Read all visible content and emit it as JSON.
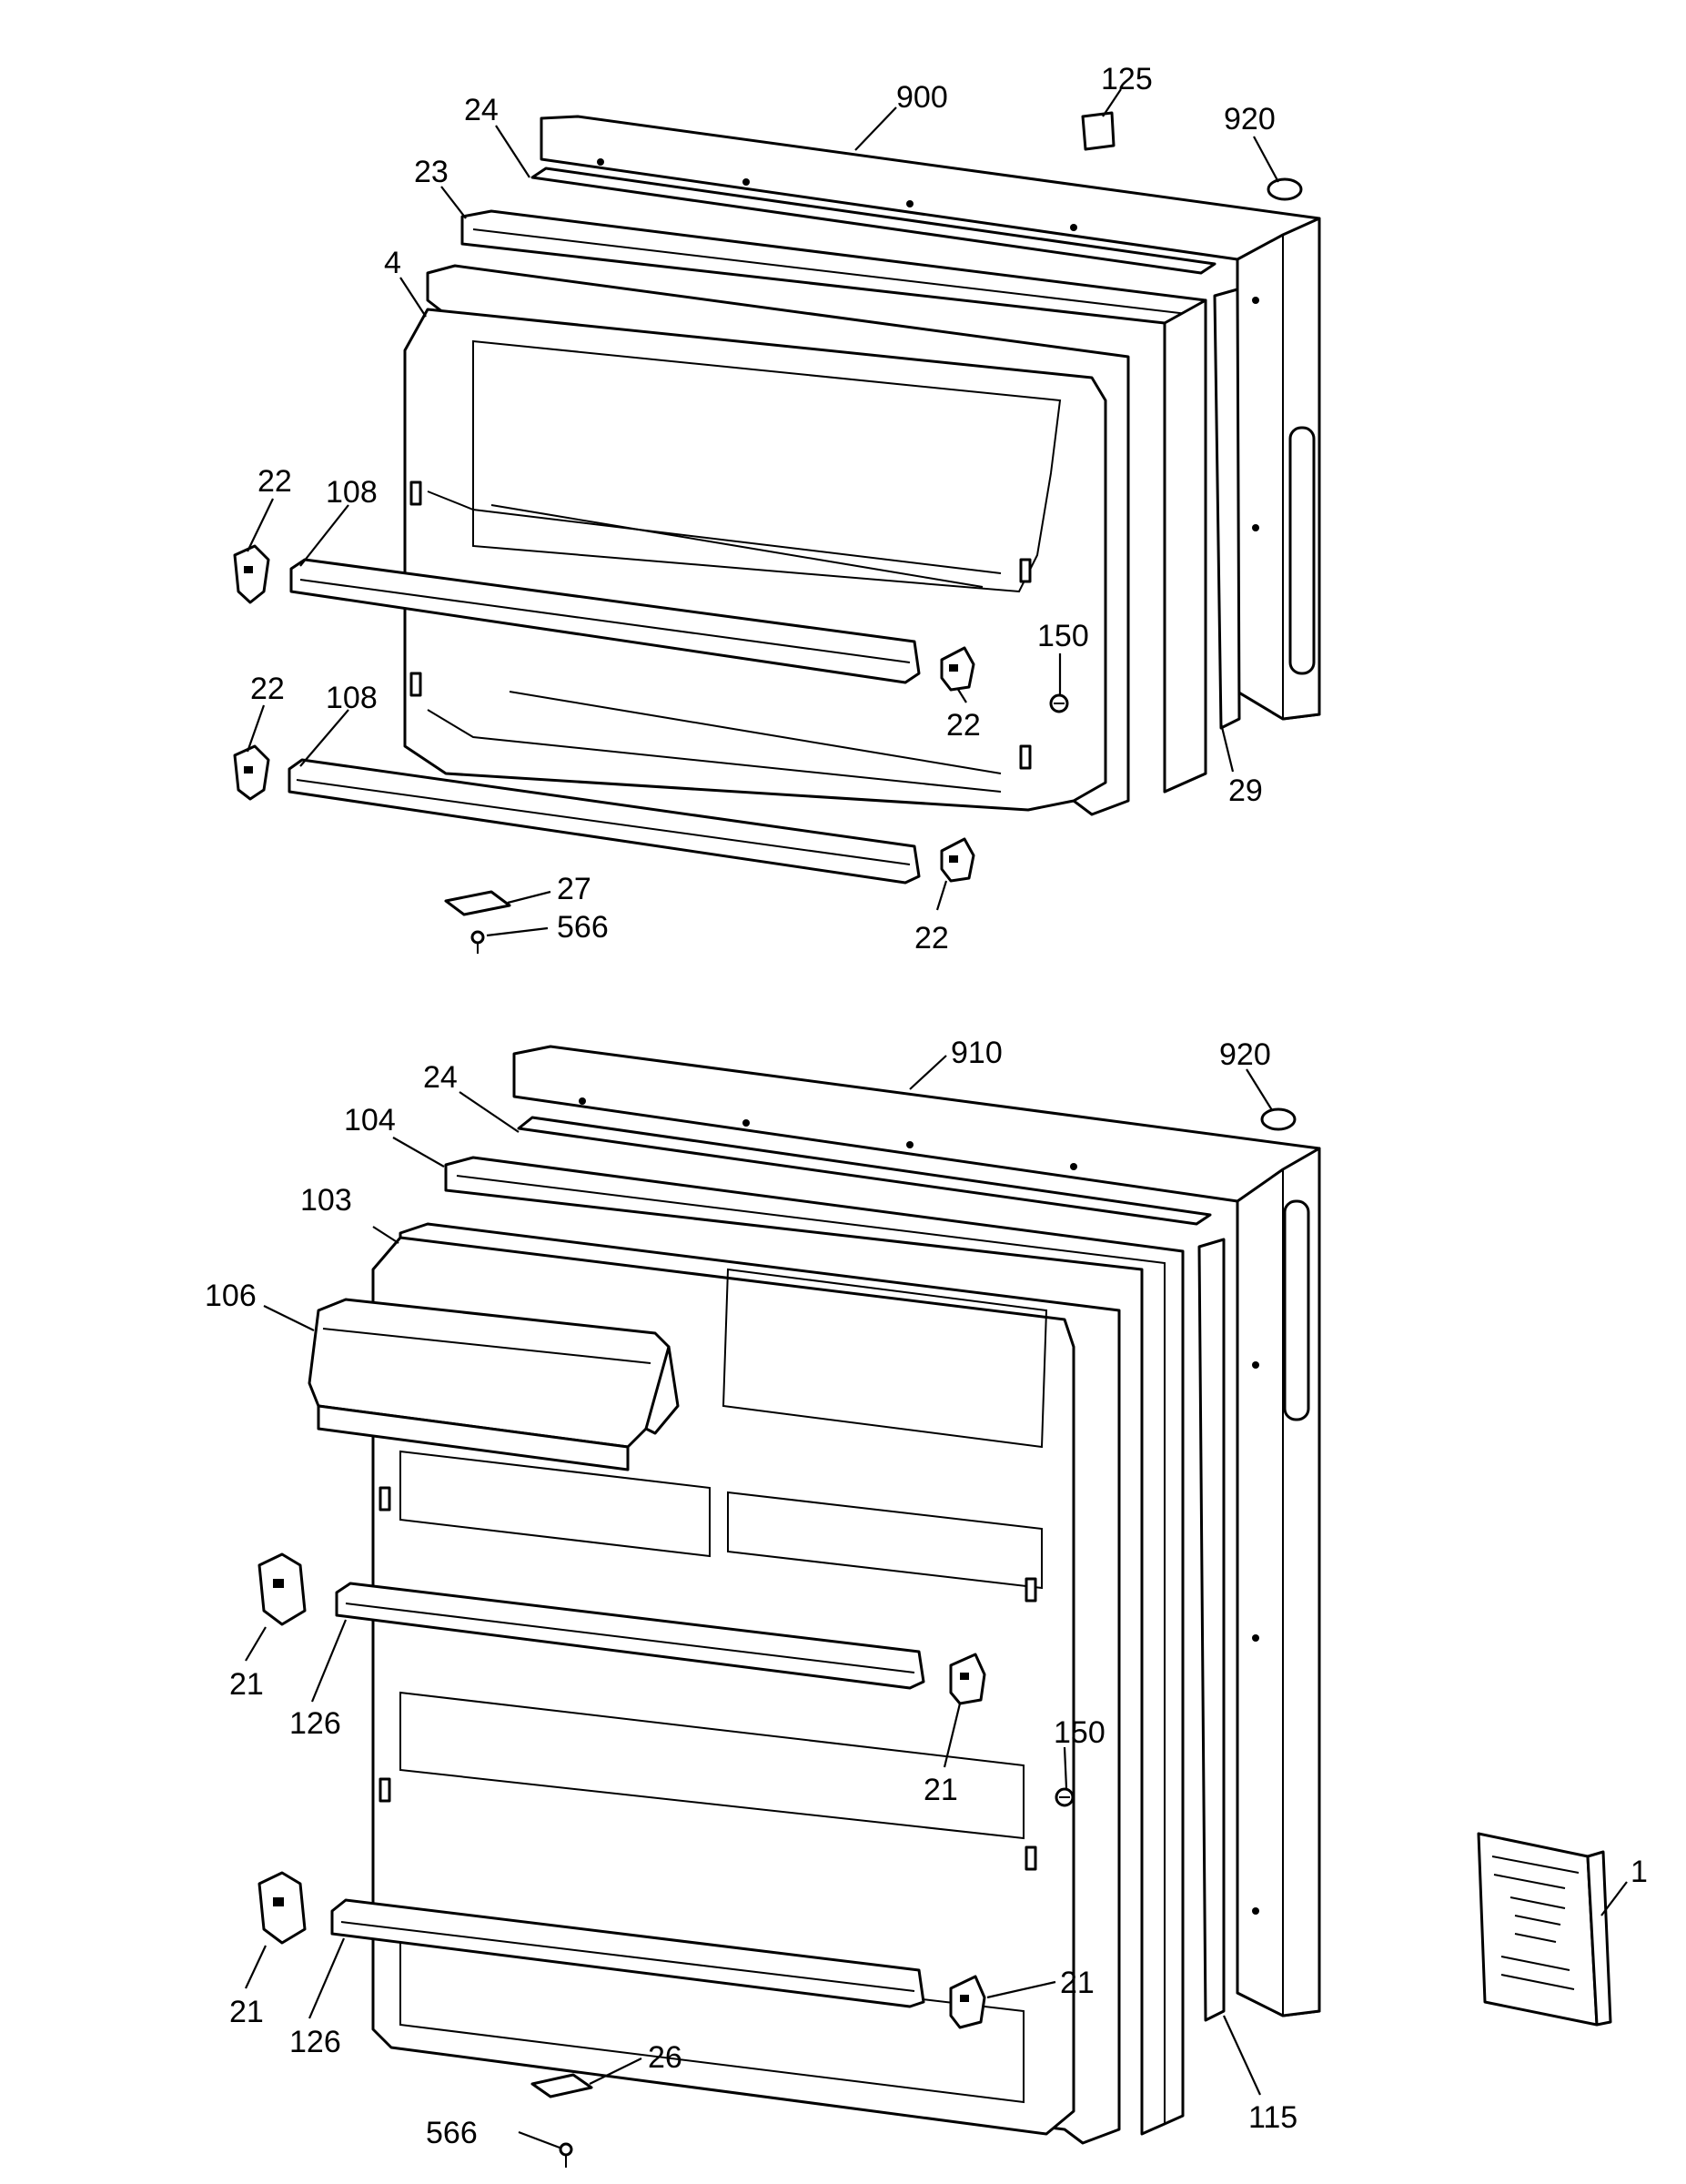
{
  "callouts": {
    "c900": "900",
    "c125": "125",
    "c920a": "920",
    "c24a": "24",
    "c23": "23",
    "c4": "4",
    "c22a": "22",
    "c108a": "108",
    "c150a": "150",
    "c22b": "22",
    "c22c": "22",
    "c108b": "108",
    "c29": "29",
    "c27": "27",
    "c566a": "566",
    "c22d": "22",
    "c910": "910",
    "c920b": "920",
    "c24b": "24",
    "c104": "104",
    "c103": "103",
    "c106": "106",
    "c21a": "21",
    "c126a": "126",
    "c150b": "150",
    "c21b": "21",
    "c21c": "21",
    "c126b": "126",
    "c21d": "21",
    "c115": "115",
    "c26": "26",
    "c566b": "566",
    "c1": "1"
  }
}
